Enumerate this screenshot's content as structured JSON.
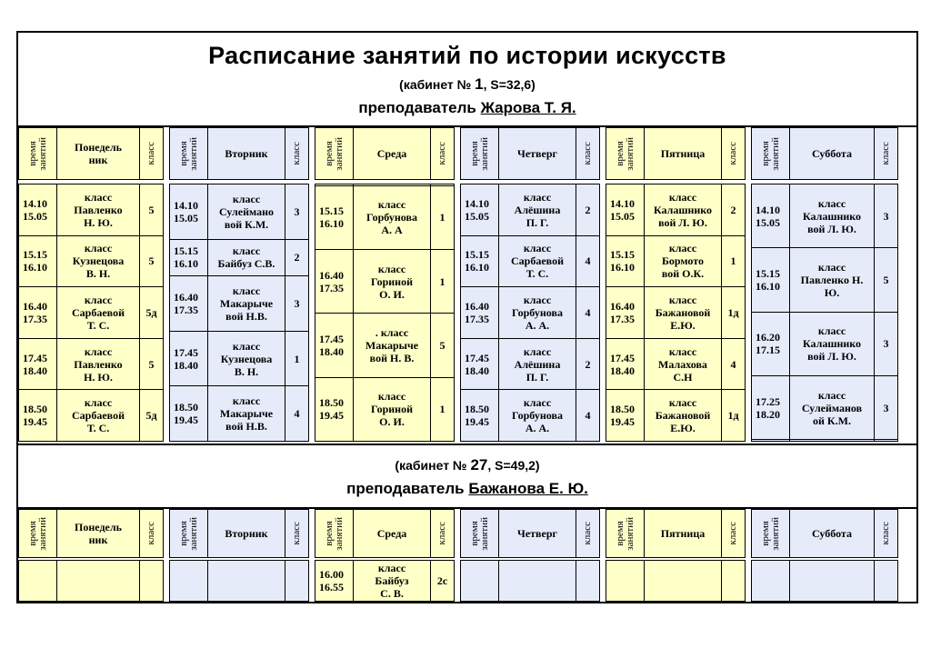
{
  "title": "Расписание занятий по истории искусств",
  "room1": {
    "prefix": "(кабинет № ",
    "num": "1",
    "suffix": ", S=32,6)"
  },
  "teacher1": {
    "prefix": "преподаватель ",
    "name": "Жарова Т. Я."
  },
  "room2": {
    "prefix": "(кабинет № ",
    "num": "27",
    "suffix": ", S=49,2)"
  },
  "teacher2": {
    "prefix": "преподаватель ",
    "name": "Бажанова Е. Ю."
  },
  "col_labels": {
    "time": "время\nзанятий",
    "grade": "класс"
  },
  "days": [
    "Понедель\nник",
    "Вторник",
    "Среда",
    "Четверг",
    "Пятница",
    "Суббота"
  ],
  "schedule1": [
    [
      {
        "time": "14.10\n15.05",
        "name": "класс\nПавленко\nН. Ю.",
        "grade": "5"
      },
      {
        "time": "15.15\n16.10",
        "name": "класс\nКузнецова\nВ. Н.",
        "grade": "5"
      },
      {
        "time": "16.40\n17.35",
        "name": "класс\nСарбаевой\nТ. С.",
        "grade": "5д"
      },
      {
        "time": "17.45\n18.40",
        "name": "класс\nПавленко\nН. Ю.",
        "grade": "5"
      },
      {
        "time": "18.50\n19.45",
        "name": "класс\nСарбаевой\nТ. С.",
        "grade": "5д"
      }
    ],
    [
      {
        "time": "14.10\n15.05",
        "name": "класс\nСулеймано\nвой К.М.",
        "grade": "3"
      },
      {
        "time": "15.15\n16.10",
        "name": "класс\nБайбуз С.В.",
        "grade": "2"
      },
      {
        "time": "16.40\n17.35",
        "name": "класс\nМакарыче\nвой Н.В.",
        "grade": "3"
      },
      {
        "time": "17.45\n18.40",
        "name": "класс\nКузнецова\nВ. Н.",
        "grade": "1"
      },
      {
        "time": "18.50\n19.45",
        "name": "класс\nМакарыче\nвой Н.В.",
        "grade": "4"
      }
    ],
    [
      {
        "time": "",
        "name": "",
        "grade": ""
      },
      {
        "time": "15.15\n16.10",
        "name": "класс\nГорбунова\nА. А",
        "grade": "1"
      },
      {
        "time": "16.40\n17.35",
        "name": "класс\nГориной\nО. И.",
        "grade": "1"
      },
      {
        "time": "17.45\n18.40",
        "name": ". класс\nМакарыче\nвой Н. В.",
        "grade": "5"
      },
      {
        "time": "18.50\n19.45",
        "name": "класс\nГориной\nО. И.",
        "grade": "1"
      }
    ],
    [
      {
        "time": "14.10\n15.05",
        "name": "класс\nАлёшина\nП. Г.",
        "grade": "2"
      },
      {
        "time": "15.15\n16.10",
        "name": "класс\nСарбаевой\nТ. С.",
        "grade": "4"
      },
      {
        "time": "16.40\n17.35",
        "name": "класс\nГорбунова\nА. А.",
        "grade": "4"
      },
      {
        "time": "17.45\n18.40",
        "name": "класс\nАлёшина\nП. Г.",
        "grade": "2"
      },
      {
        "time": "18.50\n19.45",
        "name": "класс\nГорбунова\nА. А.",
        "grade": "4"
      }
    ],
    [
      {
        "time": "14.10\n15.05",
        "name": "класс\nКалашнико\nвой Л. Ю.",
        "grade": "2"
      },
      {
        "time": "15.15\n16.10",
        "name": "класс\nБормото\nвой О.К.",
        "grade": "1"
      },
      {
        "time": "16.40\n17.35",
        "name": "класс\nБажановой\nЕ.Ю.",
        "grade": "1д"
      },
      {
        "time": "17.45\n18.40",
        "name": "класс\nМалахова\nС.Н",
        "grade": "4"
      },
      {
        "time": "18.50\n19.45",
        "name": "класс\nБажановой\nЕ.Ю.",
        "grade": "1д"
      }
    ],
    [
      {
        "time": "14.10\n15.05",
        "name": "класс\nКалашнико\nвой Л. Ю.",
        "grade": "3"
      },
      {
        "time": "15.15\n16.10",
        "name": "класс\nПавленко Н.\nЮ.",
        "grade": "5"
      },
      {
        "time": "16.20\n17.15",
        "name": "класс\nКалашнико\nвой Л. Ю.",
        "grade": "3"
      },
      {
        "time": "17.25\n18.20",
        "name": "класс\nСулейманов\nой К.М.",
        "grade": "3"
      },
      {
        "time": "",
        "name": "",
        "grade": ""
      }
    ]
  ],
  "schedule2": [
    [
      {
        "time": "",
        "name": "",
        "grade": ""
      }
    ],
    [
      {
        "time": "",
        "name": "",
        "grade": ""
      }
    ],
    [
      {
        "time": "16.00\n16.55",
        "name": "класс\nБайбуз\nС. В.",
        "grade": "2с"
      }
    ],
    [
      {
        "time": "",
        "name": "",
        "grade": ""
      }
    ],
    [
      {
        "time": "",
        "name": "",
        "grade": ""
      }
    ],
    [
      {
        "time": "",
        "name": "",
        "grade": ""
      }
    ]
  ]
}
